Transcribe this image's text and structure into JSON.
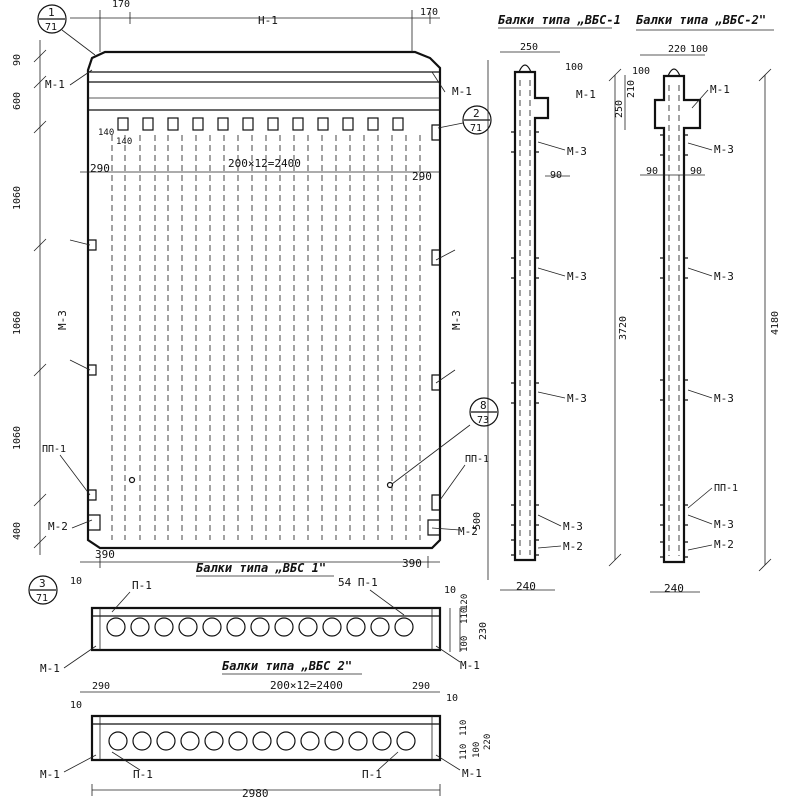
{
  "titles": {
    "vbs1_side": "Балки типа „ВБС-1",
    "vbs2_side": "Балки типа „ВБС-2\"",
    "vbs1_plan": "Балки типа „ВБС 1\"",
    "vbs2_plan": "Балки типа „ВБС 2\""
  },
  "callouts": {
    "c1": {
      "num": "1",
      "sheet": "71"
    },
    "c2": {
      "num": "2",
      "sheet": "71"
    },
    "c3": {
      "num": "3",
      "sheet": "71"
    },
    "c8": {
      "num": "8",
      "sheet": "73"
    }
  },
  "labels": {
    "m1": "М-1",
    "m2": "М-2",
    "m3": "М-3",
    "p1": "П-1",
    "pp1": "ПП-1",
    "h1": "Н-1",
    "p1_54": "54 П-1"
  },
  "dims": {
    "d170": "170",
    "d90": "90",
    "d600": "600",
    "d140": "140",
    "d290": "290",
    "d200x12": "200×12=2400",
    "d1060": "1060",
    "d400": "400",
    "d390": "390",
    "d500": "500",
    "d10": "10",
    "d250": "250",
    "d100": "100",
    "d210": "210",
    "d220": "220",
    "d3720": "3720",
    "d4180": "4180",
    "d240": "240",
    "d110": "110",
    "d120": "120",
    "d230": "230",
    "d2980": "2980"
  }
}
